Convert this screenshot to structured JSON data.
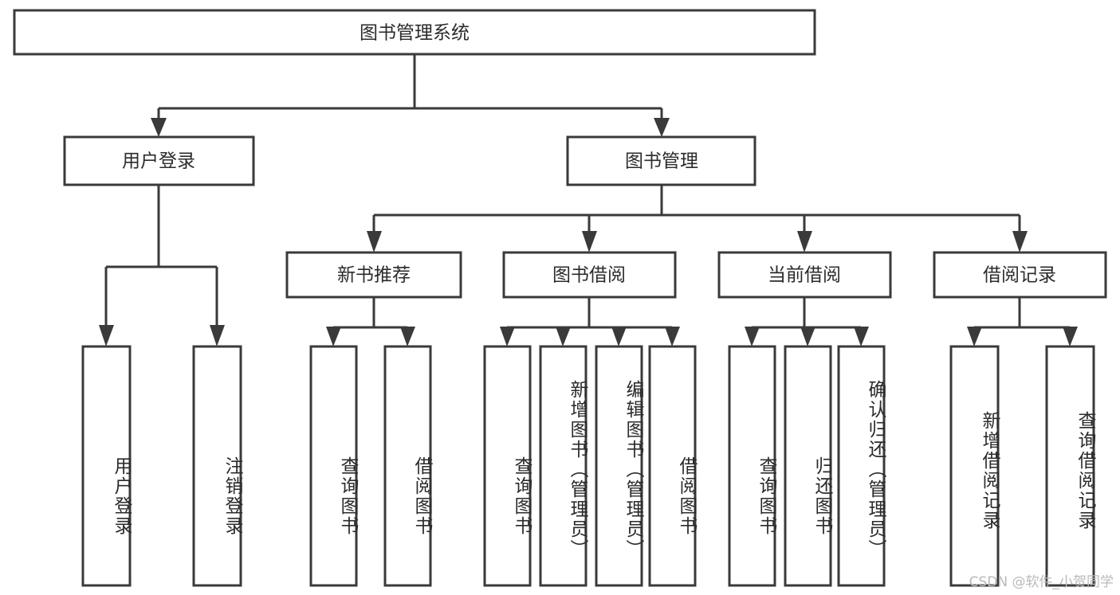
{
  "diagram": {
    "title": "图书管理系统",
    "type": "hierarchy-tree",
    "watermark": "CSDN @软件_小贺同学",
    "colors": {
      "stroke": "#3a3a3a",
      "fill": "#ffffff",
      "text": "#2b2b2b",
      "watermark": "#b9b9b9"
    },
    "levels": {
      "root": {
        "label": "图书管理系统",
        "orientation": "horizontal"
      },
      "level2": [
        {
          "label": "用户登录",
          "orientation": "horizontal"
        },
        {
          "label": "图书管理",
          "orientation": "horizontal"
        }
      ],
      "level3": [
        {
          "label": "新书推荐",
          "orientation": "horizontal"
        },
        {
          "label": "图书借阅",
          "orientation": "horizontal"
        },
        {
          "label": "当前借阅",
          "orientation": "horizontal"
        },
        {
          "label": "借阅记录",
          "orientation": "horizontal"
        }
      ],
      "leaves": {
        "user_login": [
          {
            "label": "用户登录",
            "orientation": "vertical"
          },
          {
            "label": "注销登录",
            "orientation": "vertical"
          }
        ],
        "new_book_recommend": [
          {
            "label": "查询图书",
            "orientation": "vertical"
          },
          {
            "label": "借阅图书",
            "orientation": "vertical"
          }
        ],
        "book_borrow": [
          {
            "label": "查询图书",
            "orientation": "vertical"
          },
          {
            "label": "新增图书（管理员）",
            "orientation": "vertical"
          },
          {
            "label": "编辑图书（管理员）",
            "orientation": "vertical"
          },
          {
            "label": "借阅图书",
            "orientation": "vertical"
          }
        ],
        "current_borrow": [
          {
            "label": "查询图书",
            "orientation": "vertical"
          },
          {
            "label": "归还图书",
            "orientation": "vertical"
          },
          {
            "label": "确认归还（管理员）",
            "orientation": "vertical"
          }
        ],
        "borrow_record": [
          {
            "label": "新增借阅记录",
            "orientation": "vertical"
          },
          {
            "label": "查询借阅记录",
            "orientation": "vertical"
          }
        ]
      }
    }
  }
}
